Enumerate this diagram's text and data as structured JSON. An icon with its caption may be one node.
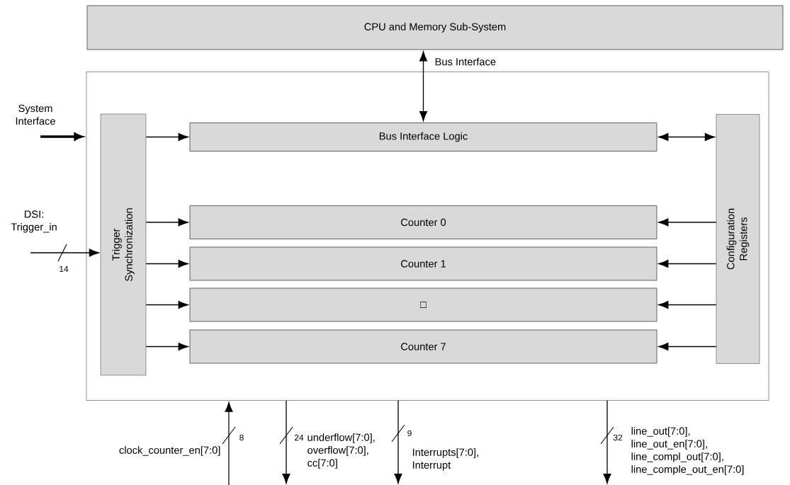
{
  "diagram": {
    "nodes": [
      {
        "text": [
          "CPU and Memory Sub-System"
        ]
      },
      {
        "text": [],
        "shape": "box"
      },
      {
        "text": [
          "Trigger Synchronization"
        ],
        "in": 1
      },
      {
        "text": [
          "Bus Interface Logic"
        ],
        "in": 1
      },
      {
        "text": [
          "Counter 0"
        ],
        "in": 1
      },
      {
        "text": [
          "Counter 1"
        ],
        "in": 1
      },
      {
        "text": [
          "□"
        ],
        "in": 1
      },
      {
        "text": [
          "Counter 7"
        ],
        "in": 1
      },
      {
        "text": [
          "Configuration Registers"
        ],
        "in": 1
      }
    ],
    "edges": [
      {
        "from": 0,
        "to": 3,
        "arrow": "both",
        "label": "Bus Interface"
      },
      {
        "from": null,
        "to": 1,
        "arrow": "to",
        "style": "thick",
        "label": "System Interface"
      },
      {
        "from": null,
        "to": 2,
        "arrow": "to",
        "label": "DSI: Trigger_in"
      },
      {
        "from": 2,
        "to": 3,
        "arrow": "to"
      },
      {
        "from": 2,
        "to": 4,
        "arrow": "to"
      },
      {
        "from": 2,
        "to": 5,
        "arrow": "to"
      },
      {
        "from": 2,
        "to": 6,
        "arrow": "to"
      },
      {
        "from": 2,
        "to": 7,
        "arrow": "to"
      },
      {
        "from": 3,
        "to": 8,
        "arrow": "both"
      },
      {
        "from": 8,
        "to": 4,
        "arrow": "to"
      },
      {
        "from": 8,
        "to": 5,
        "arrow": "to"
      },
      {
        "from": 8,
        "to": 6,
        "arrow": "to"
      },
      {
        "from": 8,
        "to": 7,
        "arrow": "to"
      },
      {
        "from": null,
        "to": 1,
        "arrow": "to",
        "label": "clock_counter_en[7:0]"
      },
      {
        "from": 1,
        "to": null,
        "arrow": "to",
        "label": "underflow[7:0], overflow[7:0], cc[7:0]"
      },
      {
        "from": 1,
        "to": null,
        "arrow": "to",
        "label": "Interrupts[7:0], Interrupt"
      },
      {
        "from": 1,
        "to": null,
        "arrow": "to",
        "label": "line_out[7:0], line_out_en[7:0], line_compl_out[7:0], line_comple_out_en[7:0]"
      }
    ],
    "labels": [
      "14",
      "8",
      "24",
      "9",
      "32"
    ]
  }
}
